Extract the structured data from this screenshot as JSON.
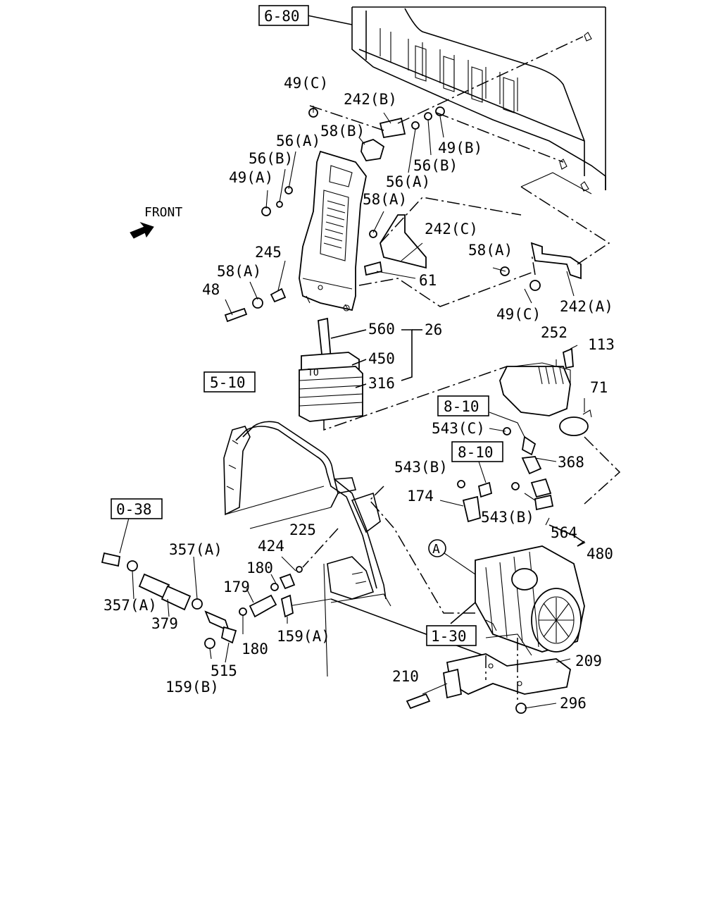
{
  "front_label": "FRONT",
  "ref_boxes": {
    "r680": "6-80",
    "r510": "5-10",
    "r038": "0-38",
    "r810a": "8-10",
    "r810b": "8-10",
    "r130": "1-30"
  },
  "circle_A": "A",
  "labels": {
    "p49c_top": "49(C)",
    "p242b": "242(B)",
    "p58b": "58(B)",
    "p56a_top": "56(A)",
    "p56b_top": "56(B)",
    "p49a": "49(A)",
    "p49b": "49(B)",
    "p56b_right": "56(B)",
    "p56a_right": "56(A)",
    "p58a_mid": "58(A)",
    "p242c": "242(C)",
    "p245": "245",
    "p58a_left": "58(A)",
    "p48": "48",
    "p61": "61",
    "p58a_right": "58(A)",
    "p49c_bot": "49(C)",
    "p242a": "242(A)",
    "p560": "560",
    "p26": "26",
    "p450": "450",
    "p316": "316",
    "p252": "252",
    "p113": "113",
    "p71": "71",
    "p543c": "543(C)",
    "p368": "368",
    "p543b_left": "543(B)",
    "p174": "174",
    "p543b_right": "543(B)",
    "p564": "564",
    "p480": "480",
    "p357a_top": "357(A)",
    "p225": "225",
    "p424": "424",
    "p180_top": "180",
    "p179": "179",
    "p357a_left": "357(A)",
    "p379": "379",
    "p180_bot": "180",
    "p159a": "159(A)",
    "p515": "515",
    "p159b": "159(B)",
    "p209": "209",
    "p210": "210",
    "p296": "296"
  }
}
